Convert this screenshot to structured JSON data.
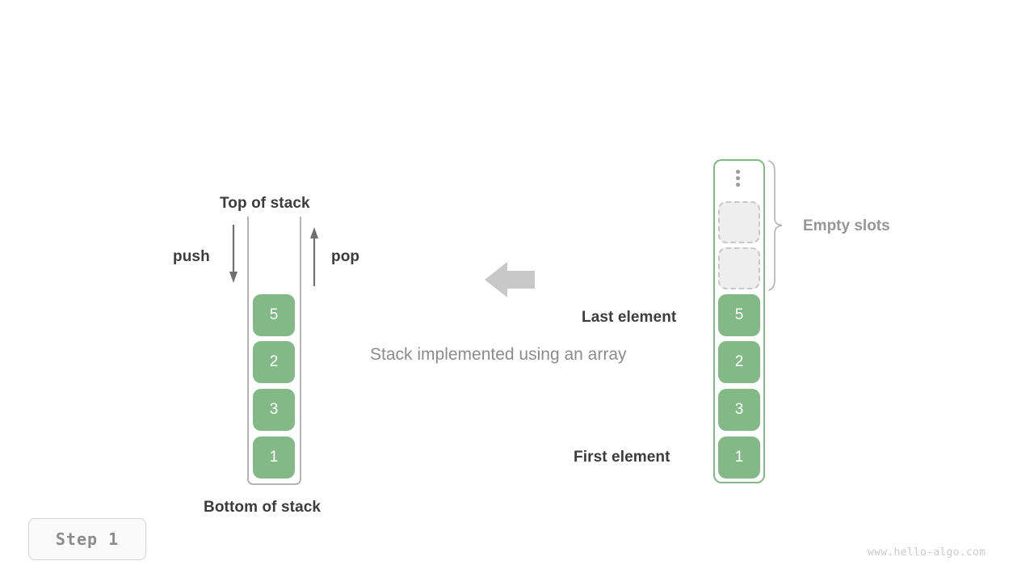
{
  "diagram": {
    "caption": "Stack implemented using an array",
    "left_stack": {
      "top_label": "Top of stack",
      "bottom_label": "Bottom of stack",
      "push_label": "push",
      "pop_label": "pop",
      "values": [
        "5",
        "2",
        "3",
        "1"
      ]
    },
    "transition": {
      "arrow_icon": "arrow-left-icon"
    },
    "right_array": {
      "ellipsis_icon": "vertical-ellipsis-icon",
      "empty_slots_label": "Empty slots",
      "empty_slot_count": 2,
      "last_element_label": "Last element",
      "first_element_label": "First element",
      "values": [
        "5",
        "2",
        "3",
        "1"
      ]
    }
  },
  "footer": {
    "step_badge": "Step 1",
    "watermark": "www.hello-algo.com"
  },
  "colors": {
    "cell_green": "#82b987",
    "container_gray": "#b4b4b4",
    "empty_fill": "#eeeeee",
    "empty_border": "#c8c8c8",
    "text_dark": "#3c3c3c",
    "text_gray": "#8c8c8c",
    "arrow_gray": "#c8c8c8"
  }
}
